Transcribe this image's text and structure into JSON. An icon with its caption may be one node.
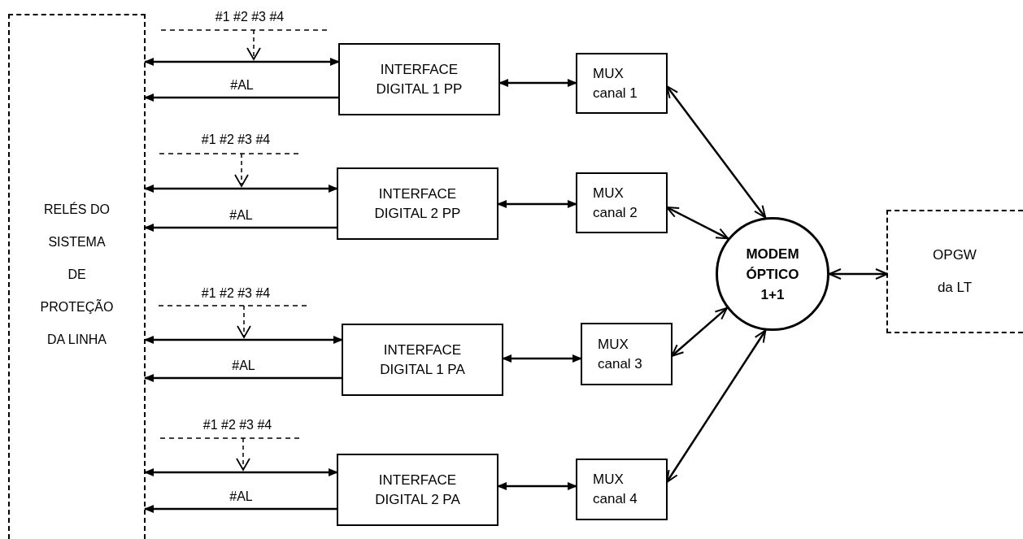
{
  "diagram": {
    "nodes": [
      {
        "text": [
          "RELÉS DO SISTEMA DE PROTEÇÃO DA LINHA"
        ]
      },
      {
        "text": [
          "INTERFACE DIGITAL 1 PP"
        ]
      },
      {
        "text": [
          "INTERFACE DIGITAL 2 PP"
        ]
      },
      {
        "text": [
          "INTERFACE DIGITAL 1 PA"
        ]
      },
      {
        "text": [
          "INTERFACE DIGITAL 2 PA"
        ]
      },
      {
        "text": [
          "MUX canal 1"
        ]
      },
      {
        "text": [
          "MUX canal 2"
        ]
      },
      {
        "text": [
          "MUX canal 3"
        ]
      },
      {
        "text": [
          "MUX canal 4"
        ]
      },
      {
        "text": [
          "MODEM ÓPTICO 1+1"
        ]
      },
      {
        "text": [
          "OPGW da LT"
        ]
      }
    ],
    "edges": [
      {
        "from": 0,
        "to": 1,
        "arrow": "both"
      },
      {
        "from": 1,
        "to": 0,
        "arrow": "to",
        "label": "#AL"
      },
      {
        "from": 0,
        "to": 2,
        "arrow": "both"
      },
      {
        "from": 2,
        "to": 0,
        "arrow": "to",
        "label": "#AL"
      },
      {
        "from": 0,
        "to": 3,
        "arrow": "both"
      },
      {
        "from": 3,
        "to": 0,
        "arrow": "to",
        "label": "#AL"
      },
      {
        "from": 0,
        "to": 4,
        "arrow": "both"
      },
      {
        "from": 4,
        "to": 0,
        "arrow": "to",
        "label": "#AL"
      },
      {
        "from": 1,
        "to": 5,
        "arrow": "both"
      },
      {
        "from": 2,
        "to": 6,
        "arrow": "both"
      },
      {
        "from": 3,
        "to": 7,
        "arrow": "both"
      },
      {
        "from": 4,
        "to": 8,
        "arrow": "both"
      },
      {
        "from": 5,
        "to": 9,
        "arrow": "both"
      },
      {
        "from": 6,
        "to": 9,
        "arrow": "both"
      },
      {
        "from": 7,
        "to": 9,
        "arrow": "both"
      },
      {
        "from": 8,
        "to": 9,
        "arrow": "both"
      },
      {
        "from": 9,
        "to": 10,
        "arrow": "both"
      }
    ],
    "labels": [
      "#1 #2 #3 #4",
      "#1 #2 #3 #4",
      "#1 #2 #3 #4",
      "#1 #2 #3 #4"
    ]
  }
}
